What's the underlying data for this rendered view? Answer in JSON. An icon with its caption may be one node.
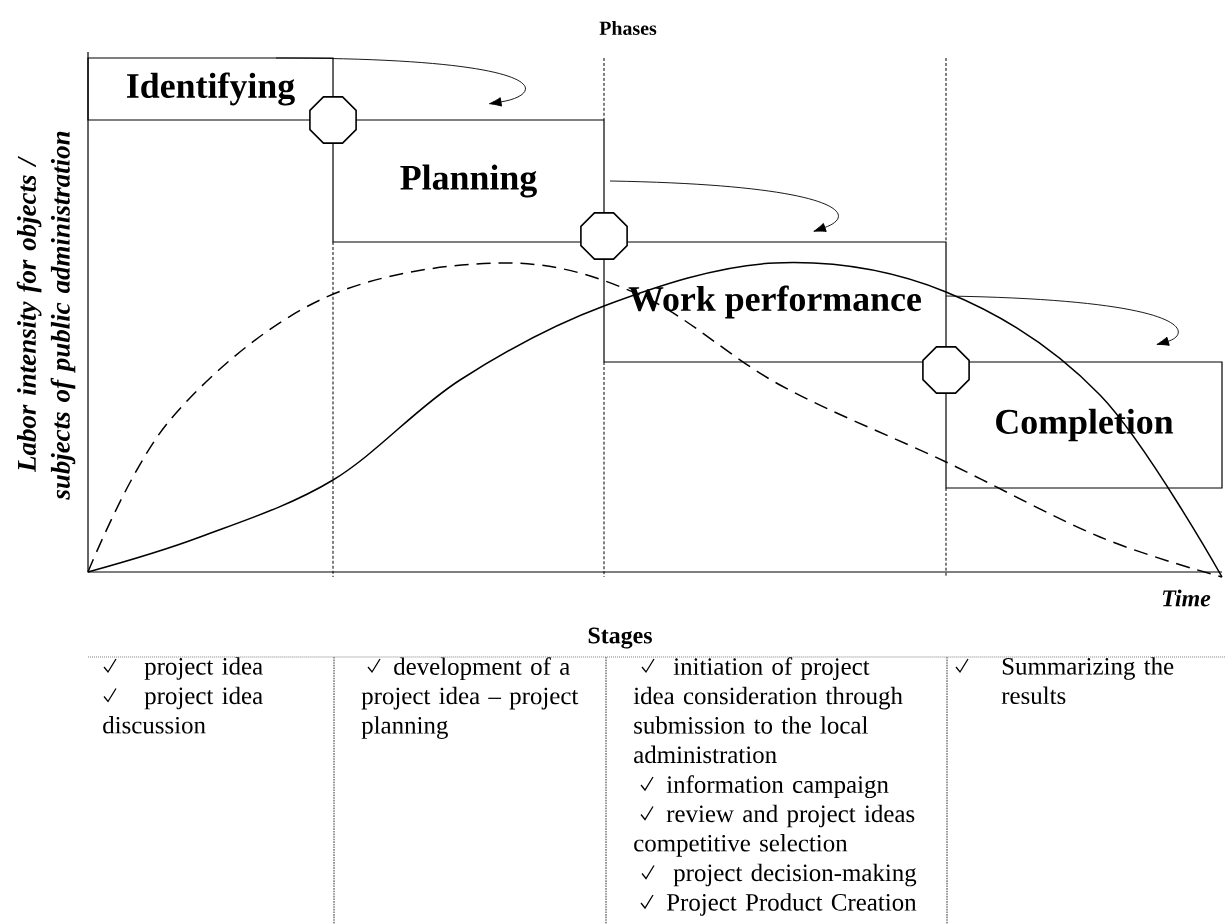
{
  "diagram": {
    "nodes": [
      {
        "text": [
          "Identifying"
        ]
      },
      {
        "text": [
          "Planning"
        ]
      },
      {
        "text": [
          "Work performance"
        ]
      },
      {
        "text": [
          "Completion"
        ]
      },
      {
        "text": [],
        "shape": "octagon"
      },
      {
        "text": [],
        "shape": "octagon"
      },
      {
        "text": [],
        "shape": "octagon"
      }
    ],
    "edges": [
      {
        "from": 0,
        "to": 1,
        "arrow": "to"
      },
      {
        "from": 1,
        "to": 2,
        "arrow": "to"
      },
      {
        "from": 2,
        "to": 3,
        "arrow": "to"
      }
    ],
    "labels": [
      "Phases",
      "Labor intensity for objects / subjects of public administration",
      "Time",
      "Stages",
      "project idea",
      "project idea discussion",
      "development of a project idea – project planning",
      "initiation of project idea consideration through submission to the local administration",
      "information campaign",
      "review and project ideas competitive selection",
      "project decision-making",
      "Project Product Creation",
      "Summarizing the results"
    ]
  }
}
